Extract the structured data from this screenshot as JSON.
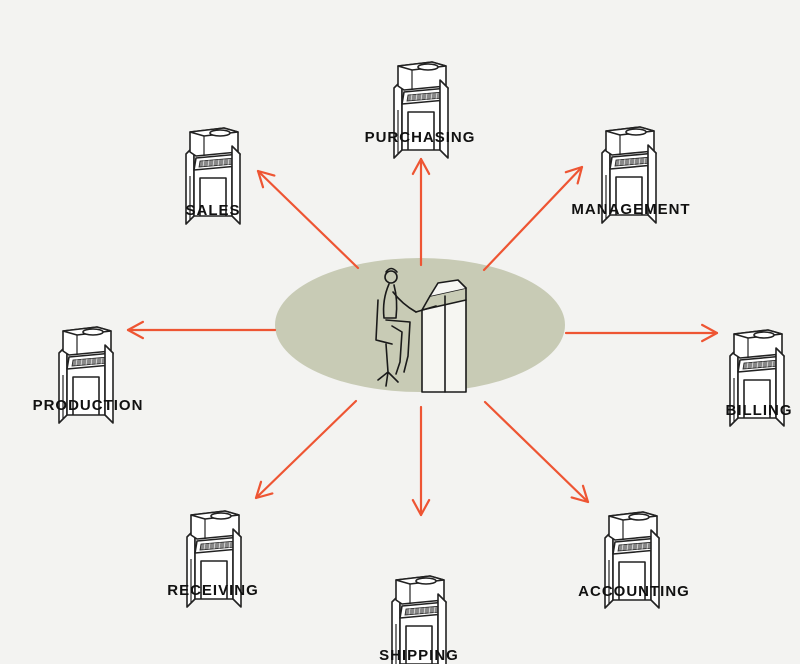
{
  "colors": {
    "arrow": "#ee5533",
    "hub": "#c8cbb5",
    "background": "#f3f3f1",
    "terminal_fill": "#ffffff",
    "terminal_stroke": "#222222"
  },
  "hub": {
    "icon": "operator-at-terminal-icon"
  },
  "nodes": [
    {
      "id": "purchasing",
      "label": "PURCHASING",
      "icon": "teletype-terminal-icon"
    },
    {
      "id": "management",
      "label": "MANAGEMENT",
      "icon": "teletype-terminal-icon"
    },
    {
      "id": "billing",
      "label": "BILLING",
      "icon": "teletype-terminal-icon"
    },
    {
      "id": "accounting",
      "label": "ACCOUNTING",
      "icon": "teletype-terminal-icon"
    },
    {
      "id": "shipping",
      "label": "SHIPPING",
      "icon": "teletype-terminal-icon"
    },
    {
      "id": "receiving",
      "label": "RECEIVING",
      "icon": "teletype-terminal-icon"
    },
    {
      "id": "production",
      "label": "PRODUCTION",
      "icon": "teletype-terminal-icon"
    },
    {
      "id": "sales",
      "label": "SALES",
      "icon": "teletype-terminal-icon"
    }
  ]
}
